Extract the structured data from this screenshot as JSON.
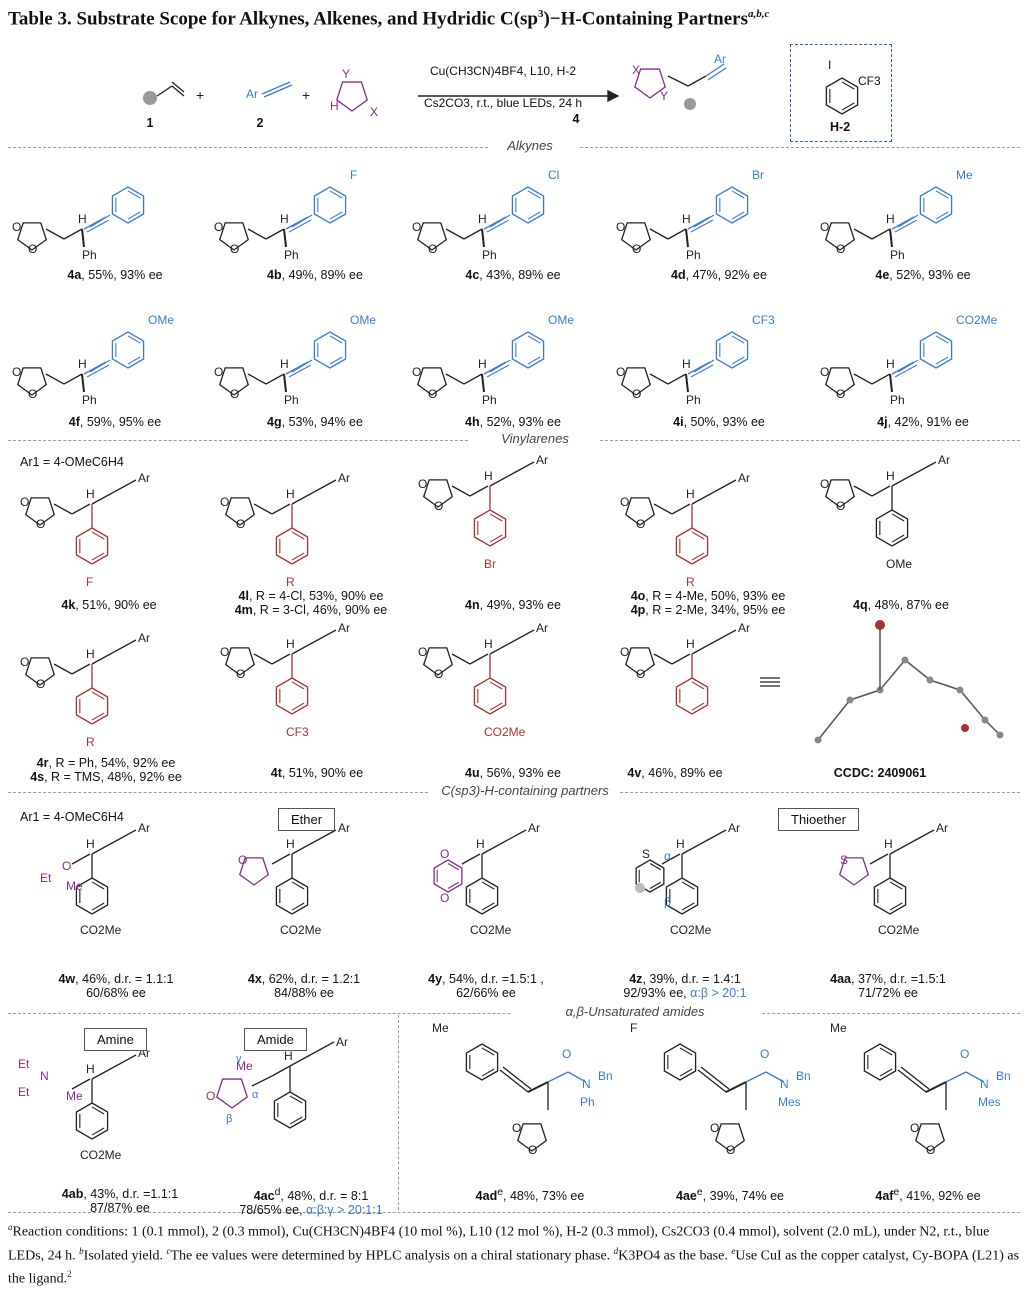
{
  "table": {
    "title": "Table 3. Substrate Scope for Alkynes, Alkenes, and Hydridic C(sp",
    "title_mid": ")−H-Containing Partners",
    "title_sup": "a,b,c",
    "sp_exp": "3"
  },
  "scheme": {
    "r1": "1",
    "r2": "2",
    "r4": "4",
    "conditions_top": "Cu(CH3CN)4BF4, L10, H-2",
    "conditions_bottom": "Cs2CO3, r.t., blue LEDs, 24 h",
    "h2_label": "H-2",
    "ar": "Ar",
    "cf3": "CF3",
    "i": "I"
  },
  "sections": {
    "alkynes": "Alkynes",
    "vinylarenes": "Vinylarenes",
    "csp3": "C(sp3)-H-containing partners",
    "unsat": "α,β-Unsaturated amides"
  },
  "notes": {
    "ar1_a": "Ar1 = 4-OMeC6H4",
    "ar1_b": "Ar1 = 4-OMeC6H4"
  },
  "boxes": {
    "ether": "Ether",
    "thioether": "Thioether",
    "amine": "Amine",
    "amide": "Amide"
  },
  "entries": {
    "row1": [
      {
        "id": "4a",
        "rest": ", 55%, 93% ee"
      },
      {
        "id": "4b",
        "rest": ", 49%, 89%  ee"
      },
      {
        "id": "4c",
        "rest": ", 43%, 89% ee"
      },
      {
        "id": "4d",
        "rest": ", 47%, 92% ee"
      },
      {
        "id": "4e",
        "rest": ", 52%, 93% ee"
      }
    ],
    "row2": [
      {
        "id": "4f",
        "rest": ", 59%, 95% ee"
      },
      {
        "id": "4g",
        "rest": ", 53%, 94% ee"
      },
      {
        "id": "4h",
        "rest": ", 52%, 93% ee"
      },
      {
        "id": "4i",
        "rest": ", 50%, 93% ee"
      },
      {
        "id": "4j",
        "rest": ", 42%, 91% ee"
      }
    ],
    "row3": {
      "k": {
        "id": "4k",
        "rest": ", 51%, 90% ee"
      },
      "l": {
        "id": "4l",
        "rest": ", R = 4-Cl, 53%, 90% ee"
      },
      "m": {
        "id": "4m",
        "rest": ", R = 3-Cl, 46%, 90% ee"
      },
      "n": {
        "id": "4n",
        "rest": ", 49%, 93% ee"
      },
      "o": {
        "id": "4o",
        "rest": ", R = 4-Me, 50%, 93% ee"
      },
      "p": {
        "id": "4p",
        "rest": ", R = 2-Me, 34%, 95% ee"
      },
      "q": {
        "id": "4q",
        "rest": ", 48%, 87% ee"
      }
    },
    "row4": {
      "r": {
        "id": "4r",
        "rest": ", R = Ph, 54%, 92% ee"
      },
      "s": {
        "id": "4s",
        "rest": ", R = TMS, 48%, 92% ee"
      },
      "t": {
        "id": "4t",
        "rest": ", 51%, 90% ee"
      },
      "u": {
        "id": "4u",
        "rest": ", 56%, 93% ee"
      },
      "v": {
        "id": "4v",
        "rest": ", 46%, 89% ee"
      },
      "ccdc": "CCDC: 2409061"
    },
    "row5": [
      {
        "id": "4w",
        "rest": ", 46%, d.r. = 1.1:1",
        "l2": "60/68% ee",
        "l3": ""
      },
      {
        "id": "4x",
        "rest": ", 62%, d.r. = 1.2:1",
        "l2": "84/88% ee",
        "l3": ""
      },
      {
        "id": "4y",
        "rest": ", 54%, d.r. =1.5:1 ,",
        "l2": "62/66% ee",
        "l3": ""
      },
      {
        "id": "4z",
        "rest": ", 39%, d.r. = 1.4:1",
        "l2": "92/93% ee, ",
        "l3": "α:β > 20:1"
      },
      {
        "id": "4aa",
        "rest": ", 37%, d.r. =1.5:1",
        "l2": "71/72% ee",
        "l3": ""
      }
    ],
    "row6": {
      "ab": {
        "id": "4ab",
        "rest": ", 43%, d.r. =1.1:1",
        "l2": "87/87% ee"
      },
      "ac": {
        "id": "4ac",
        "sup": "d",
        "rest": ", 48%, d.r. = 8:1",
        "l2": "78/65% ee, ",
        "l3": "α:β:γ > 20:1:1"
      },
      "ad": {
        "id": "4ad",
        "sup": "e",
        "rest": ", 48%, 73% ee"
      },
      "ae": {
        "id": "4ae",
        "sup": "e",
        "rest": ", 39%, 74% ee"
      },
      "af": {
        "id": "4af",
        "sup": "e",
        "rest": ", 41%, 92% ee"
      }
    }
  },
  "footnotes": {
    "a": "Reaction conditions: 1 (0.1 mmol), 2 (0.3 mmol), Cu(CH3CN)4BF4 (10 mol %), L10 (12 mol %), H-2 (0.3 mmol), Cs2CO3 (0.4 mmol), solvent (2.0 mL), under N2, r.t., blue LEDs, 24 h.",
    "b": "Isolated yield.",
    "c": "The ee values were determined by HPLC analysis on a chiral stationary phase.",
    "d": "K3PO4 as the base.",
    "e": "Use CuI as the copper catalyst, Cy-BOPA (L21) as the ligand.",
    "e_sup": "2"
  },
  "colors": {
    "blue": "#3a7ad8",
    "red": "#a83232",
    "purple": "#8a2a8a",
    "dash": "#3060b0"
  }
}
